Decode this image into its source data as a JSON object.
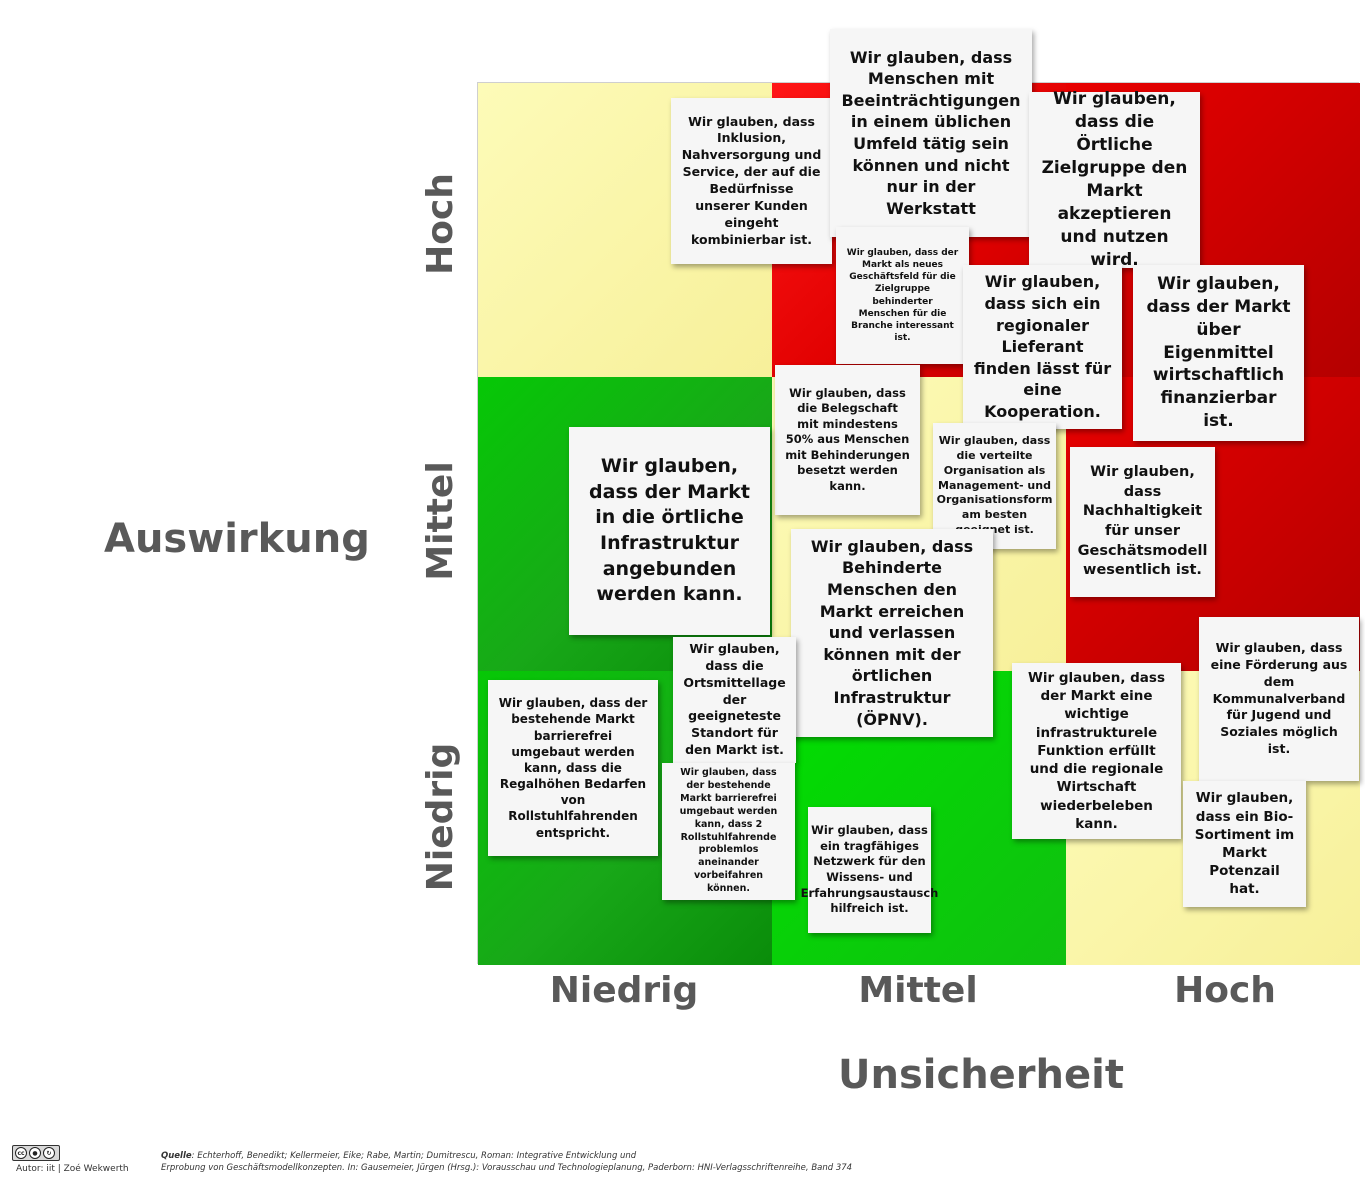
{
  "axes": {
    "y_title": "Auswirkung",
    "x_title": "Unsicherheit",
    "y_levels": [
      "Hoch",
      "Mittel",
      "Niedrig"
    ],
    "x_levels": [
      "Niedrig",
      "Mittel",
      "Hoch"
    ]
  },
  "colors": {
    "yellow": "#f9f4a6",
    "green": "#10b010",
    "red": "#e00000",
    "label_gray": "#595959",
    "note_bg": "#f6f6f6"
  },
  "notes": [
    "Wir glauben, dass Inklusion, Nahversorgung und Service, der auf die Bedürfnisse unserer Kunden eingeht kombinierbar ist.",
    "Wir glauben, dass Menschen mit Beeinträchtigungen in einem üblichen Umfeld tätig sein können und nicht nur in der Werkstatt",
    "Wir glauben, dass die Örtliche Zielgruppe den Markt akzeptieren und nutzen wird.",
    "Wir glauben, dass der Markt als neues Geschäftsfeld für die Zielgruppe behinderter Menschen für die Branche interessant ist.",
    "Wir glauben, dass sich ein regionaler Lieferant finden lässt für eine Kooperation.",
    "Wir glauben, dass der Markt über Eigenmittel wirtschaftlich finanzierbar ist.",
    "Wir glauben, dass die Belegschaft mit mindestens 50% aus Menschen mit Behinderungen besetzt werden kann.",
    "Wir glauben, dass der Markt in die örtliche Infrastruktur angebunden werden kann.",
    "Wir glauben, dass die verteilte Organisation als Management- und Organisationsform am besten geeignet ist.",
    "Wir glauben, dass Nachhaltigkeit für unser Geschätsmodell wesentlich ist.",
    "Wir glauben, dass Behinderte Menschen den Markt erreichen und verlassen können mit der örtlichen Infrastruktur (ÖPNV).",
    "Wir glauben, dass die Ortsmittellage der geeigneteste Standort für den Markt ist.",
    "Wir glauben, dass eine Förderung   aus dem Kommunalverband für Jugend und Soziales möglich ist.",
    "Wir glauben, dass der bestehende Markt barrierefrei umgebaut werden kann, dass die Regalhöhen Bedarfen von Rollstuhlfahrenden entspricht.",
    "Wir glauben, dass der Markt eine wichtige infrastrukturele Funktion erfüllt und die regionale Wirtschaft wiederbeleben kann.",
    "Wir glauben, dass ein Bio-Sortiment im Markt Potenzail hat.",
    "Wir glauben, dass der bestehende Markt barrierefrei umgebaut werden kann, dass 2 Rollstuhlfahrende problemlos aneinander vorbeifahren können.",
    "Wir glauben, dass ein tragfähiges Netzwerk für den Wissens- und Erfahrungsaustausch hilfreich ist."
  ],
  "footer": {
    "license_badge": "cc",
    "author": "Autor: iit | Zoé Wekwerth",
    "source_label": "Quelle",
    "source_line1": ": Echterhoff, Benedikt; Kellermeier, Eike; Rabe, Martin; Dumitrescu, Roman: Integrative Entwicklung und",
    "source_line2": "Erprobung von Geschäftsmodellkonzepten. In: Gausemeier, Jürgen (Hrsg.): Vorausschau und Technologieplanung, Paderborn: HNI-Verlagsschriftenreihe, Band 374"
  }
}
